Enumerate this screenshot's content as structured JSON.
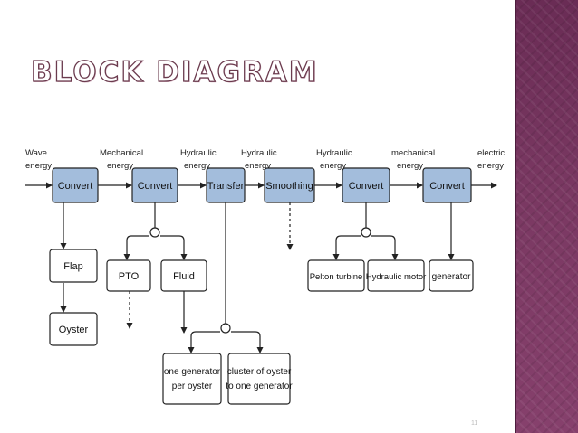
{
  "slide": {
    "title": "BLOCK DIAGRAM",
    "page_number": "11"
  },
  "colors": {
    "process_fill": "#a3bddc",
    "line": "#222222",
    "sidebar": "#7a3862",
    "title_outline": "#6b3b4e"
  },
  "flow_labels": {
    "wave_1": "Wave",
    "wave_2": "energy",
    "mech_1": "Mechanical",
    "mech_2": "energy",
    "hyd1_1": "Hydraulic",
    "hyd1_2": "energy",
    "hyd2_1": "Hydraulic",
    "hyd2_2": "energy",
    "hyd3_1": "Hydraulic",
    "hyd3_2": "energy",
    "mech3_1": "mechanical",
    "mech3_2": "energy",
    "elec_1": "electric",
    "elec_2": "energy"
  },
  "process_blocks": {
    "convert_1": "Convert",
    "convert_2": "Convert",
    "transfer": "Transfer",
    "smoothing": "Smoothing",
    "convert_3": "Convert",
    "convert_4": "Convert"
  },
  "detail_blocks": {
    "flap": "Flap",
    "oyster": "Oyster",
    "pto": "PTO",
    "fluid": "Fluid",
    "pelton": "Pelton turbine",
    "hyd_motor": "Hydraulic motor",
    "generator": "generator",
    "one_gen_1": "one generator",
    "one_gen_2": "per oyster",
    "cluster_1": "cluster of oyster",
    "cluster_2": "to one generator"
  }
}
